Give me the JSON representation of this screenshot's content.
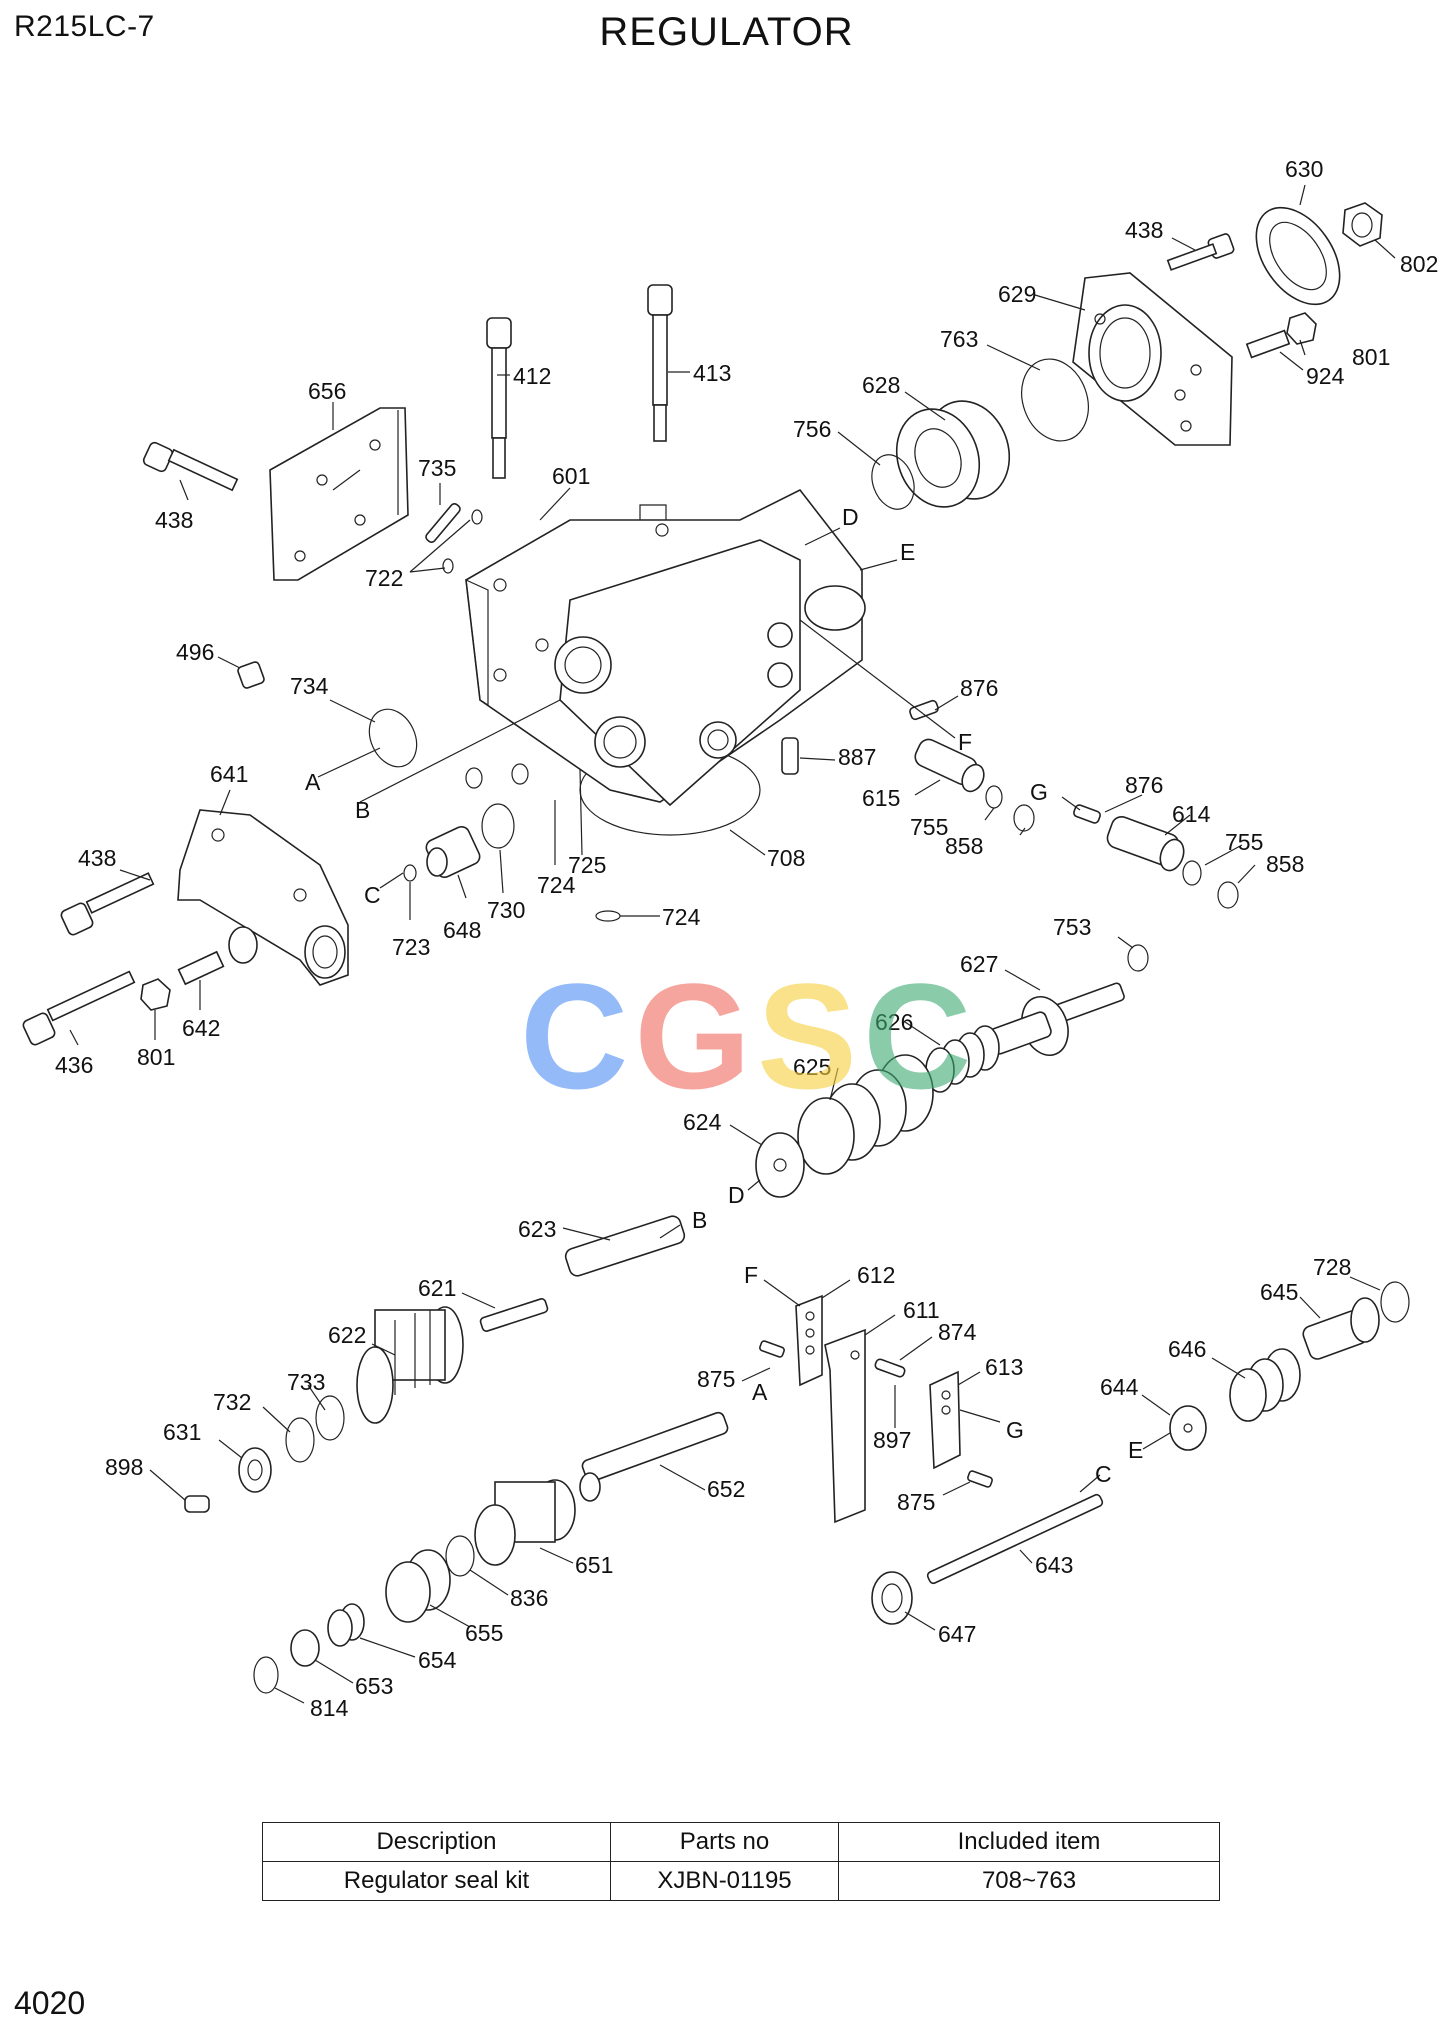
{
  "header": {
    "model": "R215LC-7",
    "title": "REGULATOR"
  },
  "footer": {
    "page_number": "4020"
  },
  "watermark": {
    "letters": [
      "C",
      "G",
      "S",
      "C"
    ],
    "colors": [
      "#4f8df5",
      "#f06a5d",
      "#f7cf3d",
      "#3dab72"
    ]
  },
  "callouts": {
    "p630": "630",
    "p438a": "438",
    "p802": "802",
    "p629": "629",
    "p763": "763",
    "p801a": "801",
    "p924": "924",
    "p412": "412",
    "p413": "413",
    "p628": "628",
    "p656": "656",
    "p756": "756",
    "p735": "735",
    "p601": "601",
    "p438b": "438",
    "pD": "D",
    "pE": "E",
    "p722": "722",
    "p496": "496",
    "p734": "734",
    "p876a": "876",
    "pF": "F",
    "p887": "887",
    "pA": "A",
    "pB": "B",
    "p615": "615",
    "pG": "G",
    "p876b": "876",
    "p614": "614",
    "p755a": "755",
    "p858a": "858",
    "p755b": "755",
    "p858b": "858",
    "p641": "641",
    "p708": "708",
    "p725": "725",
    "p724a": "724",
    "pC": "C",
    "p438c": "438",
    "p648": "648",
    "p730": "730",
    "p723": "723",
    "p724b": "724",
    "p753": "753",
    "p627": "627",
    "p642": "642",
    "p436": "436",
    "p801b": "801",
    "p626": "626",
    "p625": "625",
    "p624": "624",
    "pD2": "D",
    "p623": "623",
    "pB2": "B",
    "pF2": "F",
    "p612": "612",
    "p728": "728",
    "p621": "621",
    "p611": "611",
    "p874": "874",
    "p645": "645",
    "p622": "622",
    "p613": "613",
    "p646": "646",
    "p733": "733",
    "p875a": "875",
    "pA2": "A",
    "p644": "644",
    "p732": "732",
    "p897": "897",
    "pG2": "G",
    "p631": "631",
    "pE2": "E",
    "p898": "898",
    "p652": "652",
    "p875b": "875",
    "pC2": "C",
    "p651": "651",
    "p643": "643",
    "p836": "836",
    "p655": "655",
    "p654": "654",
    "p647": "647",
    "p653": "653",
    "p814": "814"
  },
  "kit_table": {
    "headers": [
      "Description",
      "Parts no",
      "Included item"
    ],
    "rows": [
      [
        "Regulator seal kit",
        "XJBN-01195",
        "708~763"
      ]
    ]
  }
}
